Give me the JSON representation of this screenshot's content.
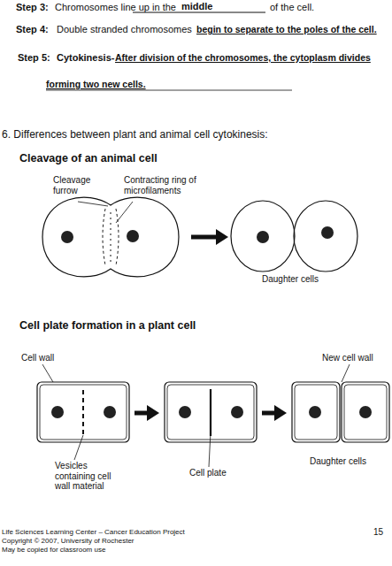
{
  "diagram": {
    "labels": [
      "Step 3:",
      "Chromosomes line up in the",
      "middle",
      "of the cell.",
      "Step 4:",
      "Double stranded chromosomes",
      "begin to separate to the poles of the cell.",
      "Step 5:",
      "Cytokinesis-",
      "After division of the chromosomes, the cytoplasm divides forming two new cells.",
      "6. Differences between plant and animal cell cytokinesis:",
      "Cleavage of an animal cell",
      "Cleavage furrow",
      "Contracting ring of microfilaments",
      "Daughter cells",
      "Cell plate formation in a plant cell",
      "Cell wall",
      "New cell wall",
      "Vesicles containing cell wall material",
      "Cell plate",
      "Daughter cells",
      "Life Sciences Learning Center – Cancer Education Project",
      "Copyright © 2007, University of Rochester",
      "May be copied for classroom use",
      "15"
    ]
  }
}
